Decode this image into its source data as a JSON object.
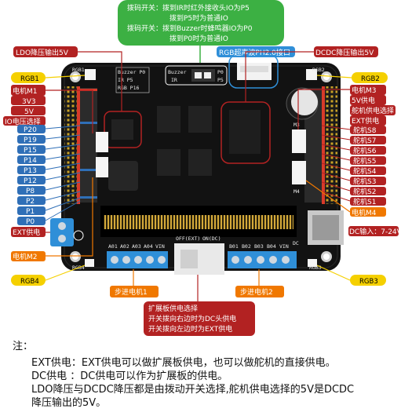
{
  "top_callout": {
    "lines": [
      "拨码开关：拨到IR时红外接收头IO为P5",
      "拨到P5时为普通IO",
      "拨码开关：拨到Buzzer时蜂鸣器IO为P0",
      "拨到P0时为普通IO"
    ],
    "color": "#3cb043"
  },
  "top_labels": {
    "ldo": "LDO降压输出5V",
    "ultrasonic": "RGB超声波PH2.0接口",
    "dcdc": "DCDC降压输出5V"
  },
  "left_labels": {
    "rgb1": "RGB1",
    "motor_m1": "电机M1",
    "v33": "3V3",
    "v5": "5V",
    "io_power": "IO电压选择",
    "pins": [
      "P20",
      "P19",
      "P15",
      "P14",
      "P13",
      "P12",
      "P8",
      "P2",
      "P1",
      "P0"
    ],
    "ext_power": "EXT供电",
    "motor_m2": "电机M2",
    "rgb4": "RGB4"
  },
  "right_labels": {
    "rgb2": "RGB2",
    "motor_m3": "电机M3",
    "v5_power": "5V供电",
    "servo_power": "舵机供电选择",
    "ext_power": "EXT供电",
    "servos": [
      "舵机S8",
      "舵机S7",
      "舵机S6",
      "舵机S5",
      "舵机S4",
      "舵机S3",
      "舵机S2",
      "舵机S1"
    ],
    "motor_m4": "电机M4",
    "dc_input": "DC输入：7-24V",
    "rgb3": "RGB3"
  },
  "bottom_labels": {
    "stepper1": "步进电机1",
    "stepper2": "步进电机2",
    "board_power": [
      "扩展板供电选择",
      "开关拨向右边时为DC头供电",
      "开关拨向左边时为EXT供电"
    ]
  },
  "board_silk": {
    "buzzer_sw": [
      "Buzzer",
      "IR"
    ],
    "buzzer_sw_right": [
      "P0",
      "P5"
    ],
    "buzzer_ir_table": [
      "Buzzer P0",
      "IR     P5",
      "RGB   P16"
    ],
    "rgb_names": [
      "RGB1",
      "RGB2",
      "RGB3",
      "RGB4"
    ],
    "motor_names": [
      "M1",
      "M2",
      "M3",
      "M4"
    ],
    "servo_names": [
      "S8",
      "S7",
      "S6",
      "S5",
      "S4",
      "S3",
      "S2",
      "S1"
    ],
    "stepper_pins": [
      "A01",
      "A02",
      "A03",
      "A04",
      "VIN"
    ],
    "stepper_pins2": [
      "B01",
      "B02",
      "B03",
      "B04",
      "VIN"
    ],
    "switch_label": [
      "OFF(EXT)",
      "ON(DC)"
    ],
    "dc": "DC"
  },
  "colors": {
    "blue": "#2f6fb7",
    "red": "#b22222",
    "yellow": "#f5d000",
    "orange": "#f07800",
    "green": "#3cb043",
    "board": "#111111",
    "header_red": "#d83a2a"
  },
  "notes": {
    "heading": "注：",
    "lines": [
      "EXT供电：EXT供电可以做扩展板供电，也可以做舵机的直接供电。",
      "DC供电  ：DC供电可以作为扩展板的供电。",
      "LDO降压与DCDC降压都是由拨动开关选择,舵机供电选择的5V是DCDC",
      "降压输出的5V。"
    ]
  }
}
